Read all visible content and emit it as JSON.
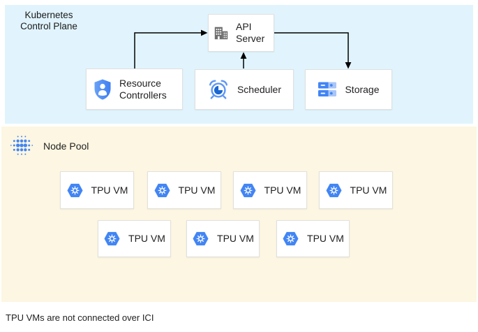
{
  "control_plane": {
    "label": "Kubernetes\nControl Plane",
    "nodes": {
      "api_server": "API Server",
      "resource_controllers": "Resource Controllers",
      "scheduler": "Scheduler",
      "storage": "Storage"
    },
    "connections": [
      "resource-controllers -> api-server",
      "scheduler -> api-server",
      "api-server -> storage"
    ]
  },
  "node_pool": {
    "label": "Node Pool",
    "vm_label": "TPU VM",
    "vm_count": 7,
    "rows": [
      4,
      3
    ]
  },
  "footnote": "TPU VMs are not connected over ICI",
  "icons": {
    "api_server": "building-icon",
    "resource_controllers": "shield-user-icon",
    "scheduler": "alarm-clock-icon",
    "storage": "storage-stack-icon",
    "node_pool": "dot-cluster-icon",
    "tpu_vm": "hexagon-gear-icon"
  },
  "colors": {
    "control_plane_bg": "#E1F4FD",
    "node_pool_bg": "#FCF6E2",
    "box_border": "#E0E0E0",
    "icon_blue": "#4285F4",
    "icon_blue_light": "#A9C6F8",
    "icon_blue_mid": "#5E97F6",
    "icon_pie_dark": "#1A67D2",
    "icon_gray": "#6E6E6E",
    "arrow": "#000000",
    "text": "#1F1F1F"
  }
}
